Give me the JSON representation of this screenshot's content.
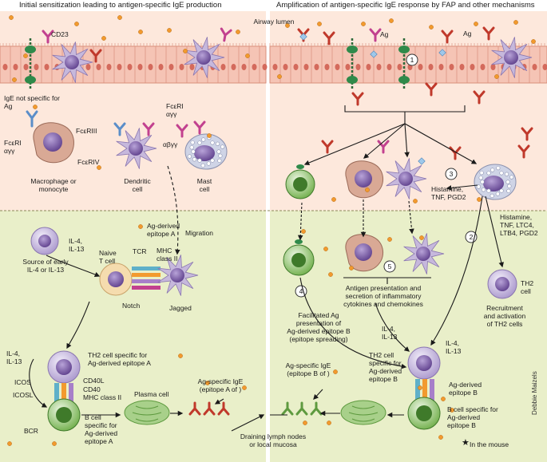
{
  "headers": {
    "left": "Initial sensitization leading to antigen-specific IgE production",
    "right": "Amplification of antigen-specific IgE response by FAP and other mechanisms"
  },
  "airway_lumen": "Airway lumen",
  "left_panel": {
    "cd23": "CD23",
    "ige_not_specific": "IgE not specific for\nAg",
    "fceri_mac": "FcεRI\nαγγ",
    "fceriii": "FcεRIII",
    "fceriv": "FcεRIV",
    "fceri_top": "FcεRI\nαγγ",
    "mac_label": "Macrophage or\nmonocyte",
    "dc_label": "Dendritic\ncell",
    "mast_label": "Mast\ncell",
    "abyy": "αβγγ",
    "il4_source": "IL-4,\nIL-13",
    "source_label": "Source of early\nIL-4 or IL-13",
    "naive_t": "Naive\nT cell",
    "epitope_a": "Ag-derived\nepitope A",
    "tcr": "TCR",
    "mhc2_top": "MHC\nclass II",
    "migration": "Migration",
    "notch": "Notch",
    "jagged": "Jagged",
    "il4_left": "IL-4,\nIL-13",
    "th2_a": "TH2 cell specific for\nAg-derived epitope A",
    "icos": "ICOS",
    "icosl": "ICOSL",
    "cd40l": "CD40L",
    "cd40": "CD40",
    "mhc2_bottom": "MHC class II",
    "plasma_cell": "Plasma cell",
    "ag_ige_a": "Ag-specific IgE\n(epitope A of   )",
    "bcr": "BCR",
    "bcell_a": "B cell\nspecific for\nAg-derived\nepitope A",
    "draining": "Draining lymph nodes\nor local mucosa"
  },
  "right_panel": {
    "ag1": "Ag",
    "ag2": "Ag",
    "n1": "1",
    "n2": "2",
    "n3": "3",
    "n4": "4",
    "n5": "5",
    "mediators3": "Histamine,\nTNF, PGD2",
    "mediators2": "Histamine,\nTNF, LTC4,\nLTB4, PGD2",
    "th2_cell": "TH2\ncell",
    "recruitment": "Recruitment\nand activation\nof TH2 cells",
    "antigen_presentation": "Antigen presentation and\nsecretion of inflammatory\ncytokines and chemokines",
    "facilitated": "Facilitated Ag\npresentation of\nAg-derived epitope B\n(epitope spreading)",
    "il4_mid": "IL-4,\nIL-13",
    "il4_right": "IL-4,\nIL-13",
    "th2_b": "TH2 cell\nspecific for\nAg-derived\nepitope B",
    "ag_ige_b": "Ag-specific IgE\n(epitope B of   )",
    "epitope_b": "Ag-derived\nepitope B",
    "bcell_b": "B cell specific for\nAg-derived\nepitope B",
    "mouse_note": "In the mouse"
  },
  "credit": "Debbie Maizels",
  "colors": {
    "lumen_bg": "#fde8dc",
    "tissue_bg": "#e9efc9",
    "epithelium": "#f2b8a8",
    "nucleus": "#d46a5c",
    "cell_lilac": "#c6b8dc",
    "nucleus_purple": "#7e5ea8",
    "antigen": "#f29a2e",
    "ige_red": "#c0392b",
    "ige_blue": "#5b8ec9",
    "ige_magenta": "#c2418f",
    "green_cell": "#7fb65a",
    "plasma_green": "#a8d08a"
  }
}
